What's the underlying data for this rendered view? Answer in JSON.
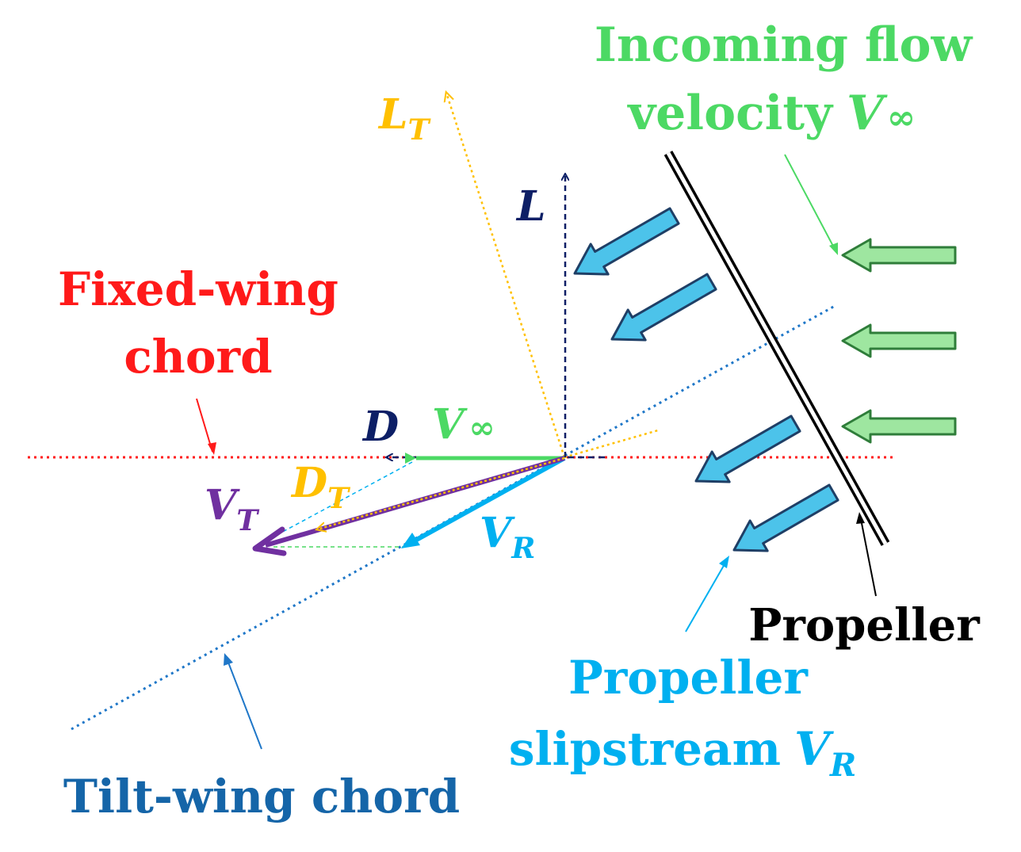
{
  "labels": {
    "incoming_line1": "Incoming flow",
    "incoming_line2": "velocity",
    "incoming_symbol": "V",
    "incoming_symbol_sub": "∞",
    "fixed_line1": "Fixed-wing",
    "fixed_line2": "chord",
    "tilt": "Tilt-wing chord",
    "propeller": "Propeller",
    "slip_line1": "Propeller",
    "slip_line2": "slipstream",
    "slip_symbol": "V",
    "slip_symbol_sub": "R"
  },
  "vectors": {
    "LT": {
      "main": "L",
      "sub": "T"
    },
    "L": {
      "main": "L"
    },
    "D": {
      "main": "D"
    },
    "Vinf": {
      "main": "V",
      "sub": "∞"
    },
    "DT": {
      "main": "D",
      "sub": "T"
    },
    "VT": {
      "main": "V",
      "sub": "T"
    },
    "VR": {
      "main": "V",
      "sub": "R"
    }
  },
  "colors": {
    "red": "#ff1a1a",
    "green": "#4cd964",
    "green_fill": "#9ee6a0",
    "green_stroke": "#2f7d3a",
    "cyan": "#00b0f0",
    "cyan_fill": "#4cc3ea",
    "navy": "#0d1f66",
    "gold": "#ffc000",
    "purple": "#7030a0",
    "blue_dot": "#1f77c8",
    "tilt_text": "#1565a8",
    "black": "#000000"
  }
}
